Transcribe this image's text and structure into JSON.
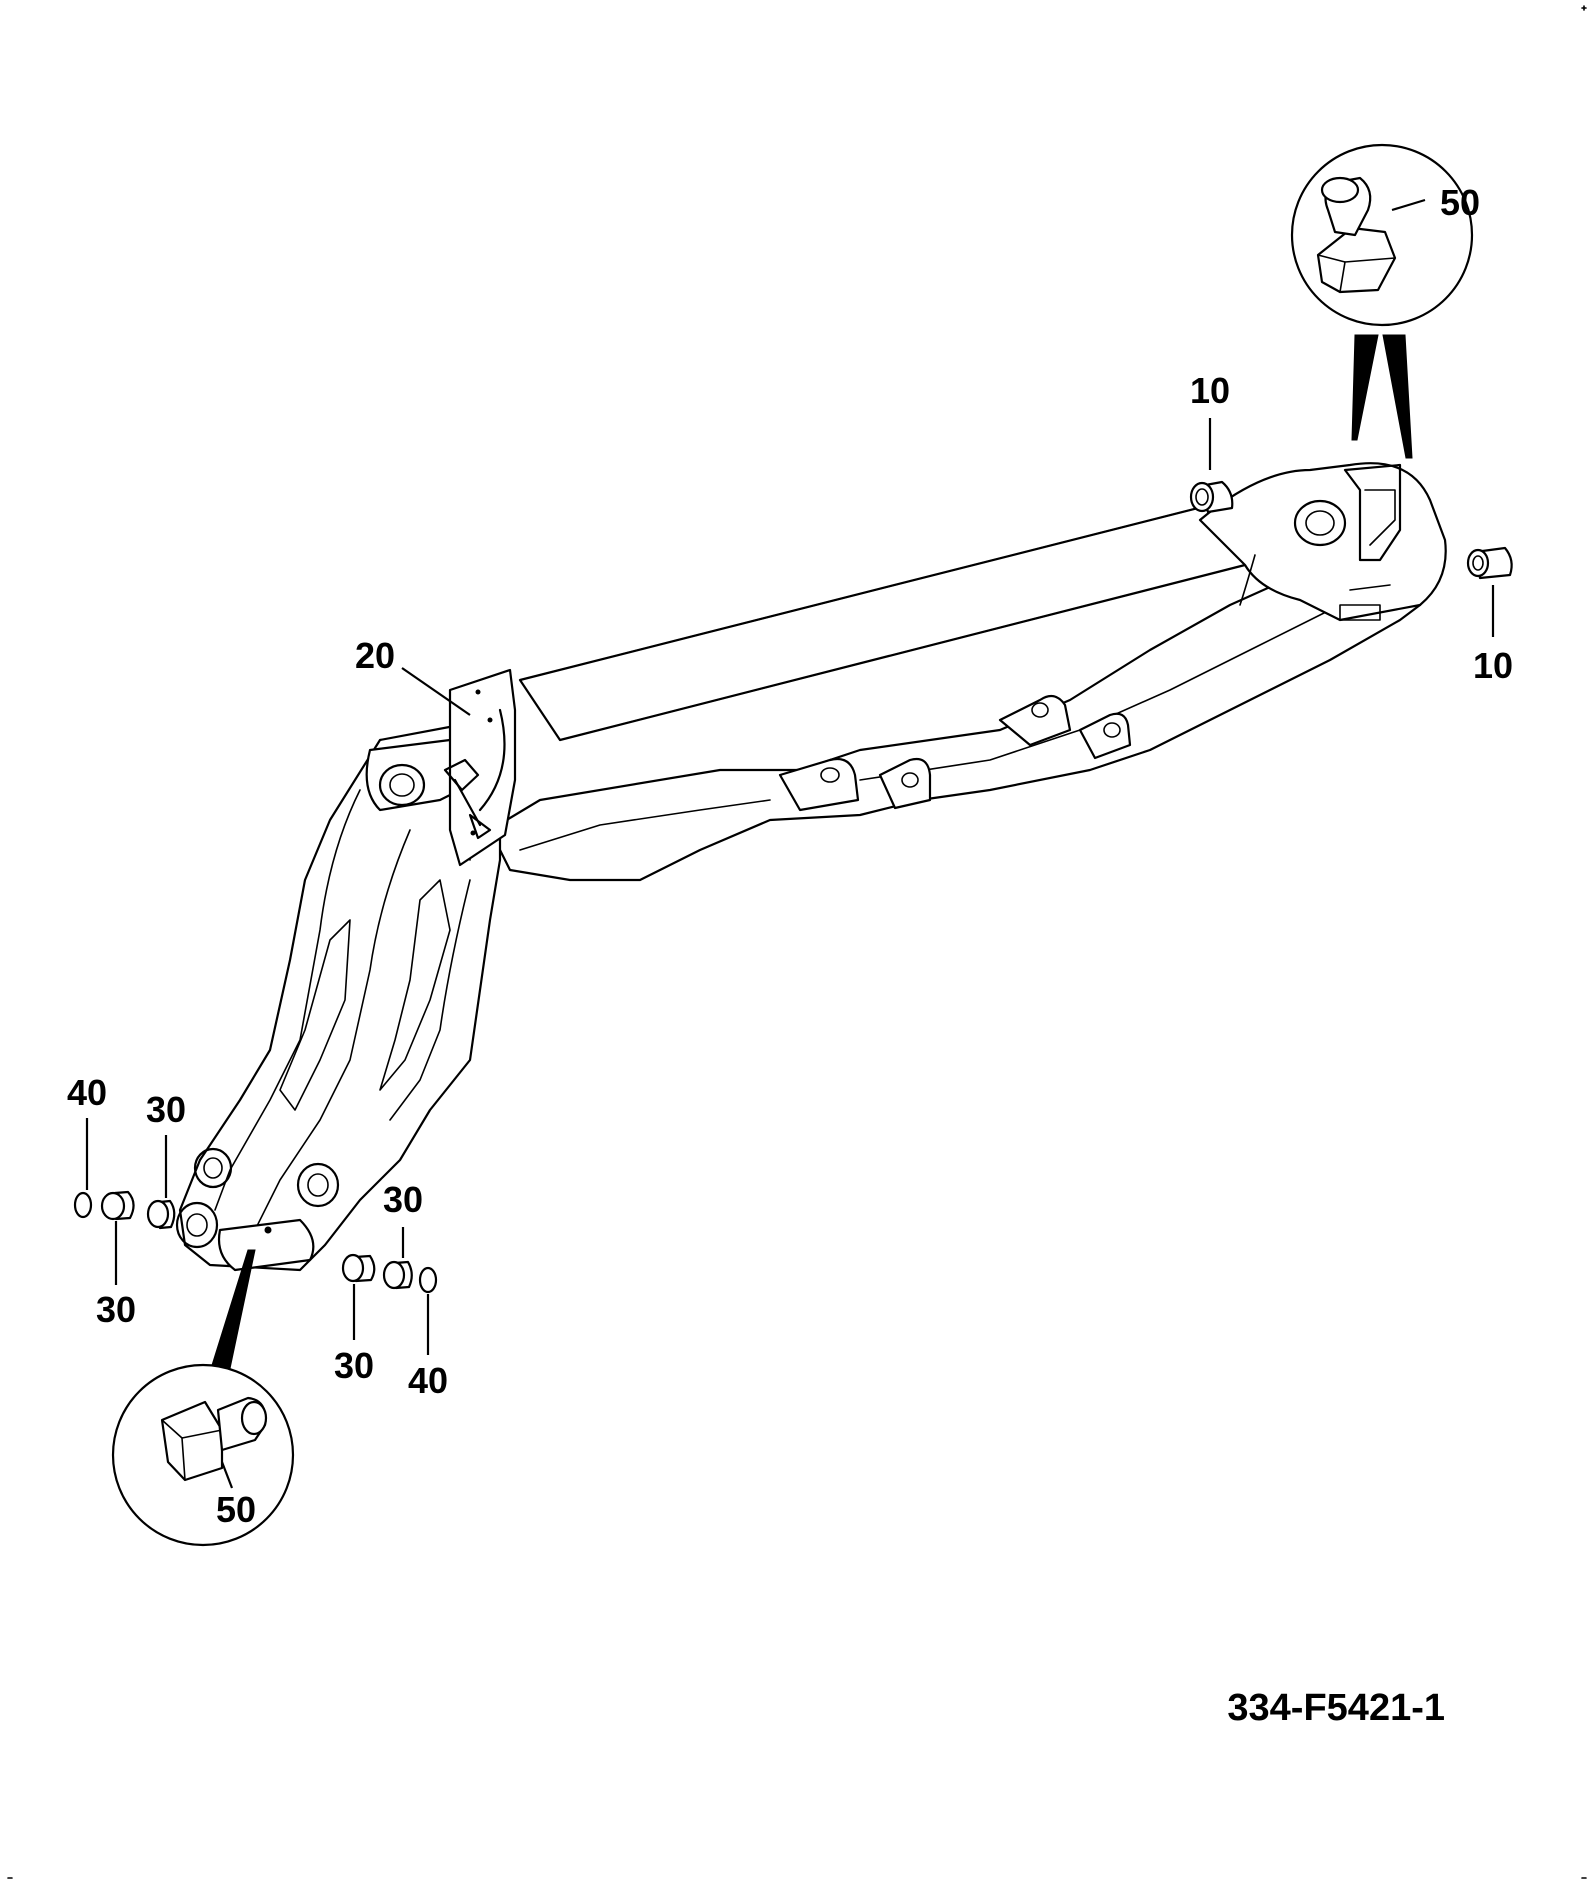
{
  "callouts": {
    "pin_top": "10",
    "pin_right": "10",
    "gauge_plate": "20",
    "bush_left_upper": "30",
    "bush_left_lower": "30",
    "bush_mid_upper": "30",
    "bush_mid_lower": "30",
    "ring_left": "40",
    "ring_right": "40",
    "grease_nipple_top": "50",
    "grease_nipple_bottom": "50"
  },
  "drawing_number": "334-F5421-1"
}
